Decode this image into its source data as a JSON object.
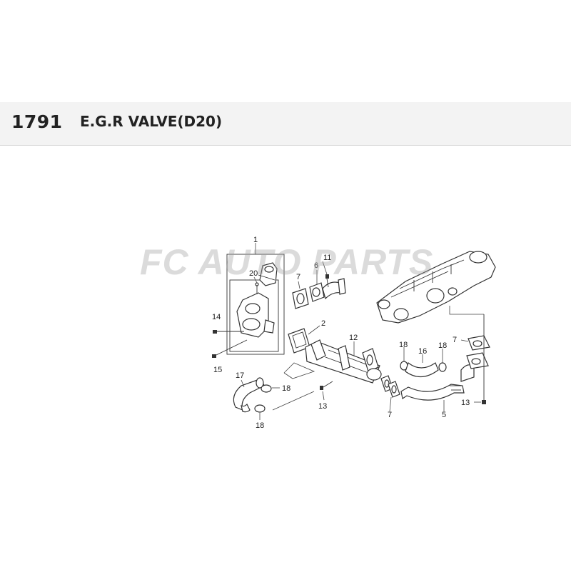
{
  "header": {
    "figure_number": "1791",
    "title": "E.G.R VALVE(D20)"
  },
  "watermark": "FC AUTO PARTS",
  "callouts": [
    {
      "id": "c1",
      "label": "1"
    },
    {
      "id": "c20",
      "label": "20"
    },
    {
      "id": "c14",
      "label": "14"
    },
    {
      "id": "c15",
      "label": "15"
    },
    {
      "id": "c7a",
      "label": "7"
    },
    {
      "id": "c6",
      "label": "6"
    },
    {
      "id": "c11",
      "label": "11"
    },
    {
      "id": "c2",
      "label": "2"
    },
    {
      "id": "c12",
      "label": "12"
    },
    {
      "id": "c17",
      "label": "17"
    },
    {
      "id": "c18a",
      "label": "18"
    },
    {
      "id": "c18b",
      "label": "18"
    },
    {
      "id": "c13a",
      "label": "13"
    },
    {
      "id": "c18c",
      "label": "18"
    },
    {
      "id": "c16",
      "label": "16"
    },
    {
      "id": "c18d",
      "label": "18"
    },
    {
      "id": "c7b",
      "label": "7"
    },
    {
      "id": "c7c",
      "label": "7"
    },
    {
      "id": "c5",
      "label": "5"
    },
    {
      "id": "c13b",
      "label": "13"
    }
  ]
}
